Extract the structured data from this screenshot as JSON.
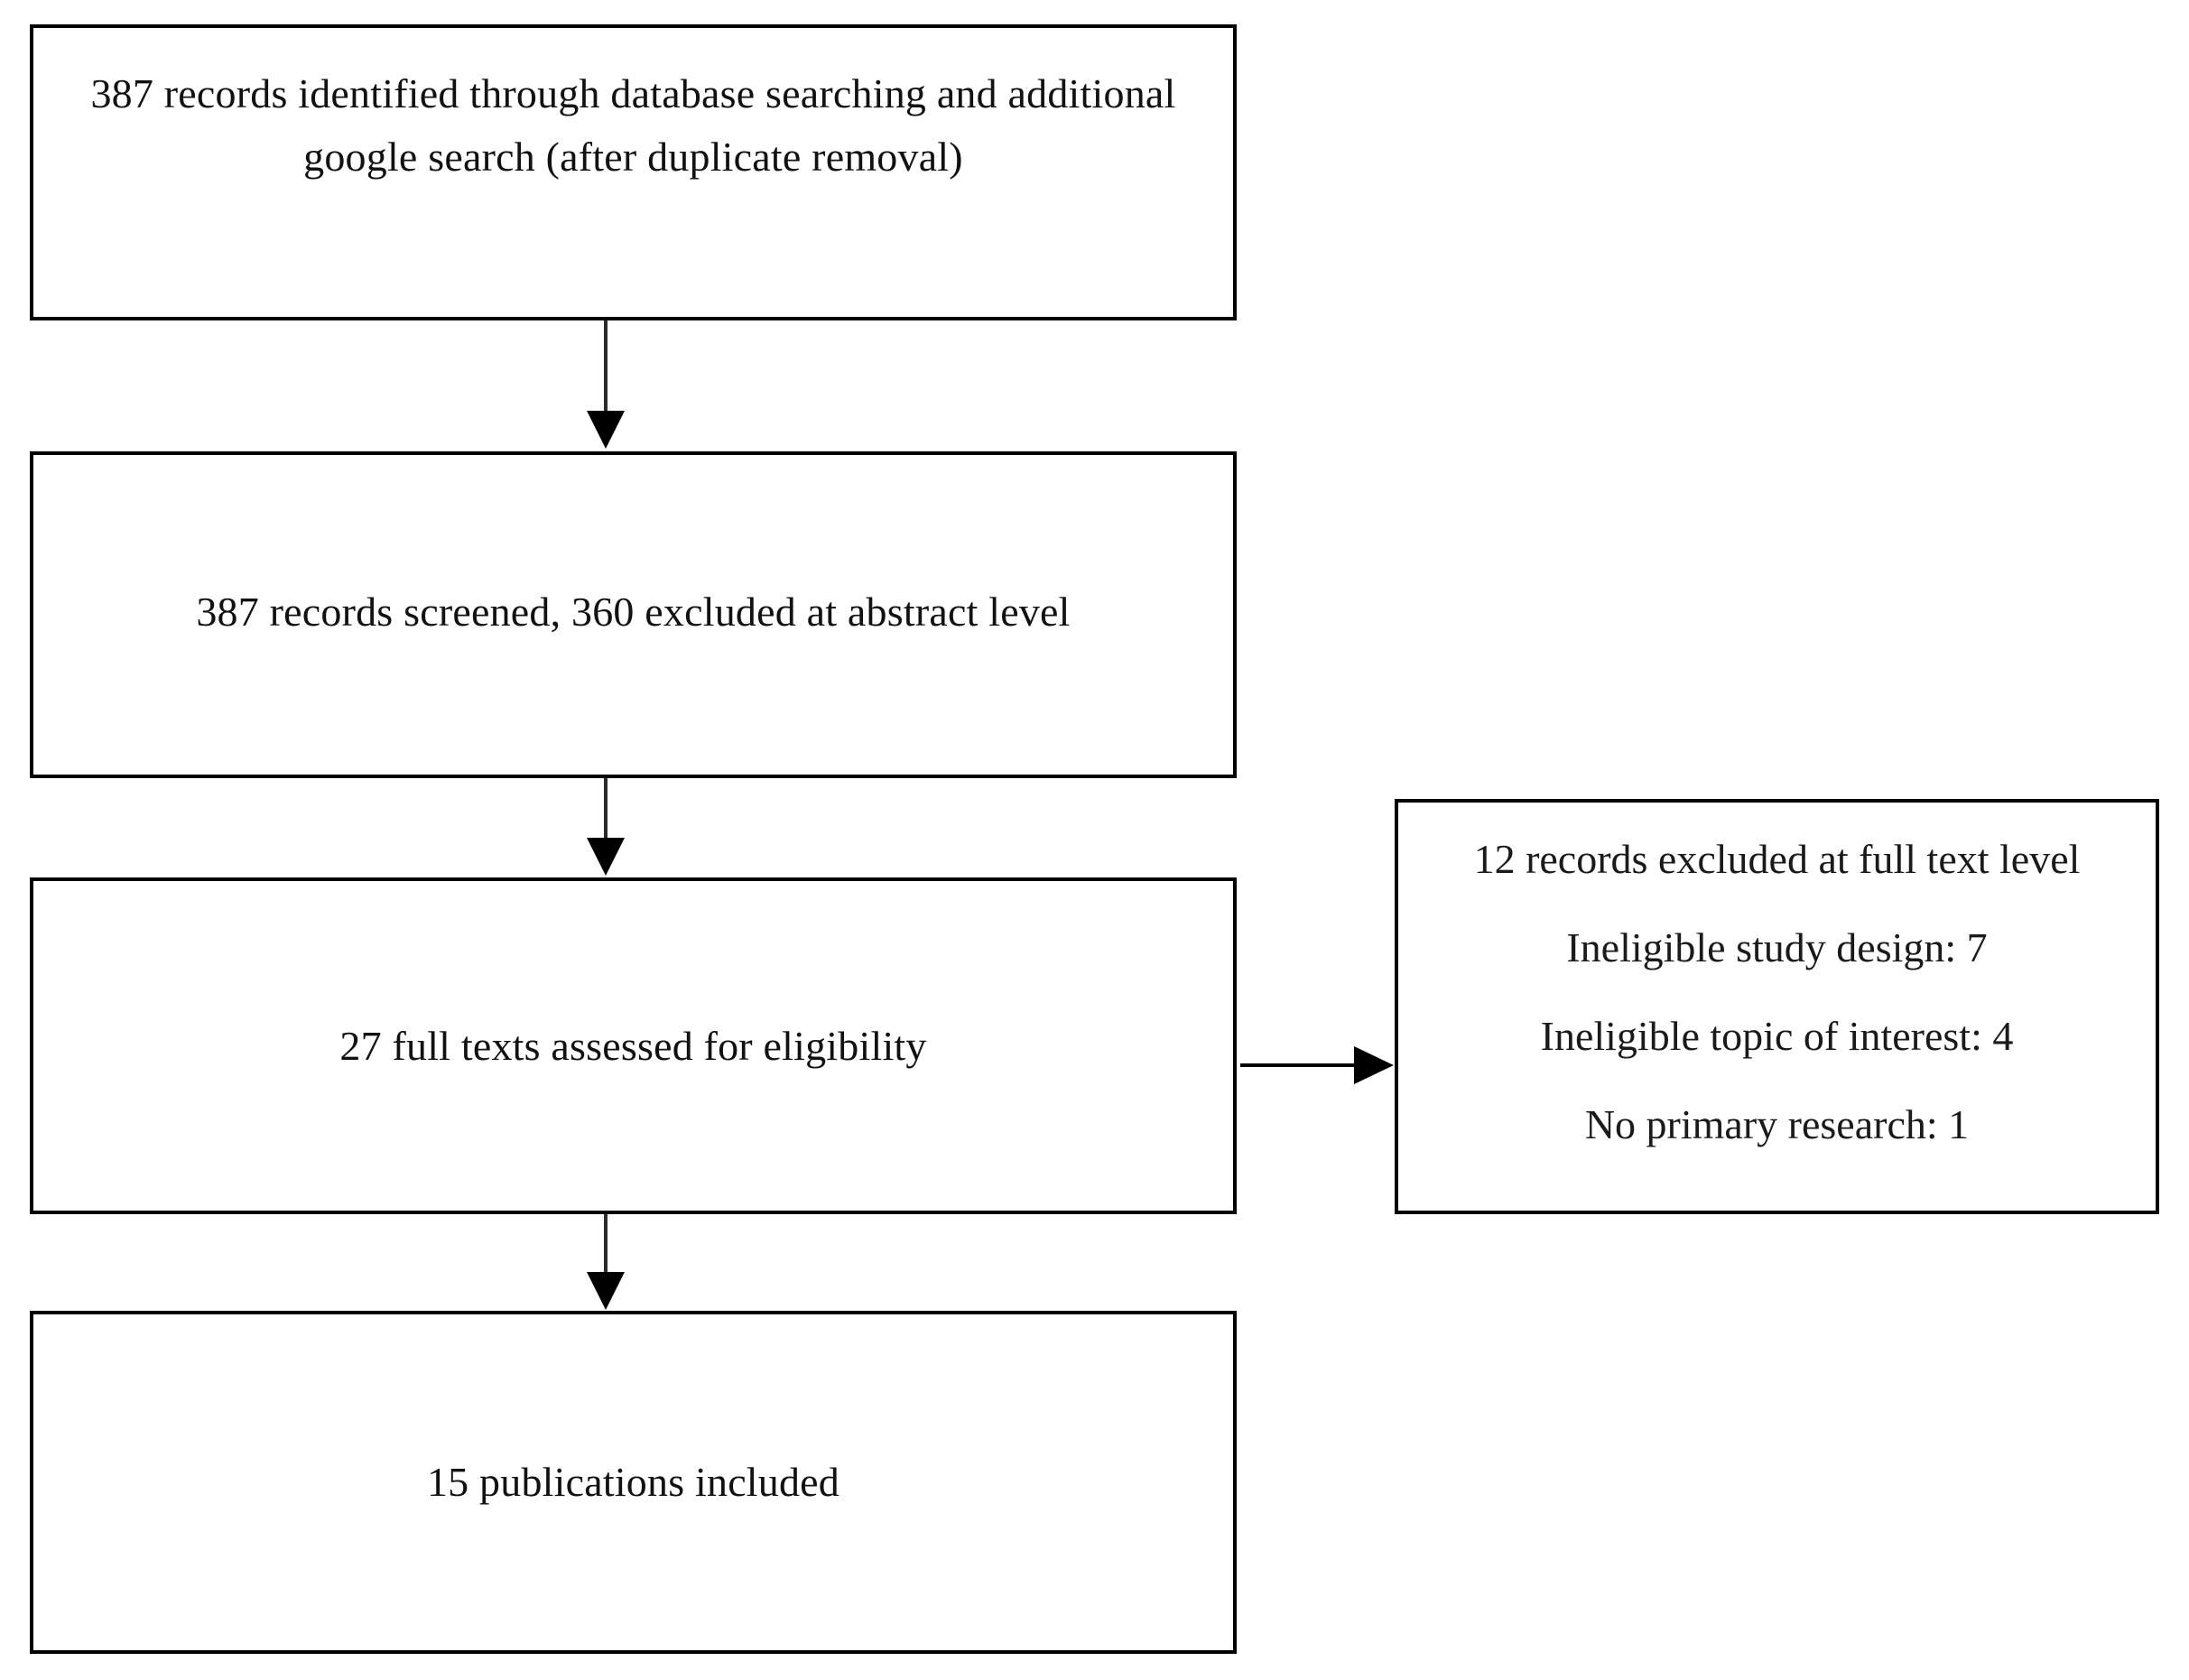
{
  "diagram": {
    "type": "prisma-flow-diagram",
    "orientation": "vertical",
    "background_color": "#ffffff",
    "line_color": "#000000",
    "text_color": "#111111"
  },
  "nodes": {
    "identification": {
      "id": "identification",
      "text": "387 records identified through database searching and additional google search (after duplicate removal)",
      "count": 387
    },
    "screening": {
      "id": "screening",
      "text": "387 records screened, 360 excluded at abstract level",
      "screened": 387,
      "excluded": 360
    },
    "eligibility": {
      "id": "eligibility",
      "text": "27 full texts assessed for eligibility",
      "count": 27
    },
    "included": {
      "id": "included",
      "text": "15 publications included",
      "count": 15
    },
    "excluded": {
      "id": "excluded",
      "heading": "12 records excluded at full text level",
      "total": 12,
      "reasons": [
        {
          "label": "Ineligible study design: 7",
          "reason": "Ineligible study design",
          "count": 7
        },
        {
          "label": "Ineligible topic of interest: 4",
          "reason": "Ineligible topic of interest",
          "count": 4
        },
        {
          "label": "No primary research: 1",
          "reason": "No primary research",
          "count": 1
        }
      ]
    }
  },
  "edges": [
    {
      "from": "identification",
      "to": "screening",
      "direction": "down"
    },
    {
      "from": "screening",
      "to": "eligibility",
      "direction": "down"
    },
    {
      "from": "eligibility",
      "to": "excluded",
      "direction": "right"
    },
    {
      "from": "eligibility",
      "to": "included",
      "direction": "down"
    }
  ]
}
